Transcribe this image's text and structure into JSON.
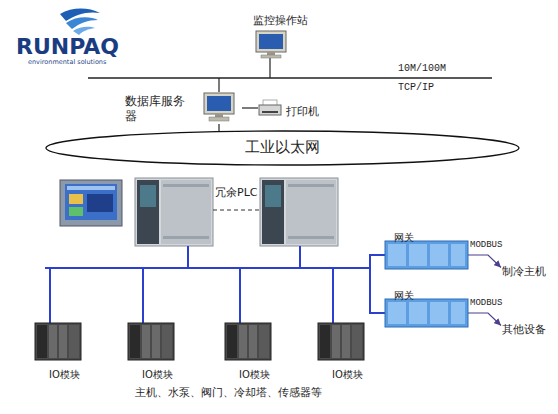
{
  "diagram": {
    "nodes": [
      {
        "text": [
          "监控操作站"
        ]
      },
      {
        "text": [
          "数据库服务器"
        ]
      },
      {
        "text": [
          "打印机"
        ]
      },
      {
        "text": [
          "工业以太网"
        ]
      },
      {
        "text": [
          "网关"
        ]
      },
      {
        "text": [
          "制冷主机"
        ]
      },
      {
        "text": [
          "网关"
        ]
      },
      {
        "text": [
          "其他设备"
        ]
      },
      {
        "text": [
          "IO模块"
        ]
      },
      {
        "text": [
          "IO模块"
        ]
      },
      {
        "text": [
          "IO模块"
        ]
      },
      {
        "text": [
          "IO模块"
        ]
      }
    ],
    "edges": [
      {
        "from": 1,
        "to": 2,
        "arrow": "none"
      },
      {
        "from": 1,
        "to": 3,
        "arrow": "none"
      },
      {
        "from": 4,
        "to": 5,
        "label": "MODBUS",
        "arrow": "to"
      },
      {
        "from": 6,
        "to": 7,
        "label": "MODBUS",
        "arrow": "to"
      }
    ],
    "labels": [
      "RUNPAQ",
      "environmental solutions",
      "10M/100M",
      "TCP/IP",
      "冗余PLC",
      "主机、水泵、阀门、冷却塔、传感器等"
    ]
  }
}
